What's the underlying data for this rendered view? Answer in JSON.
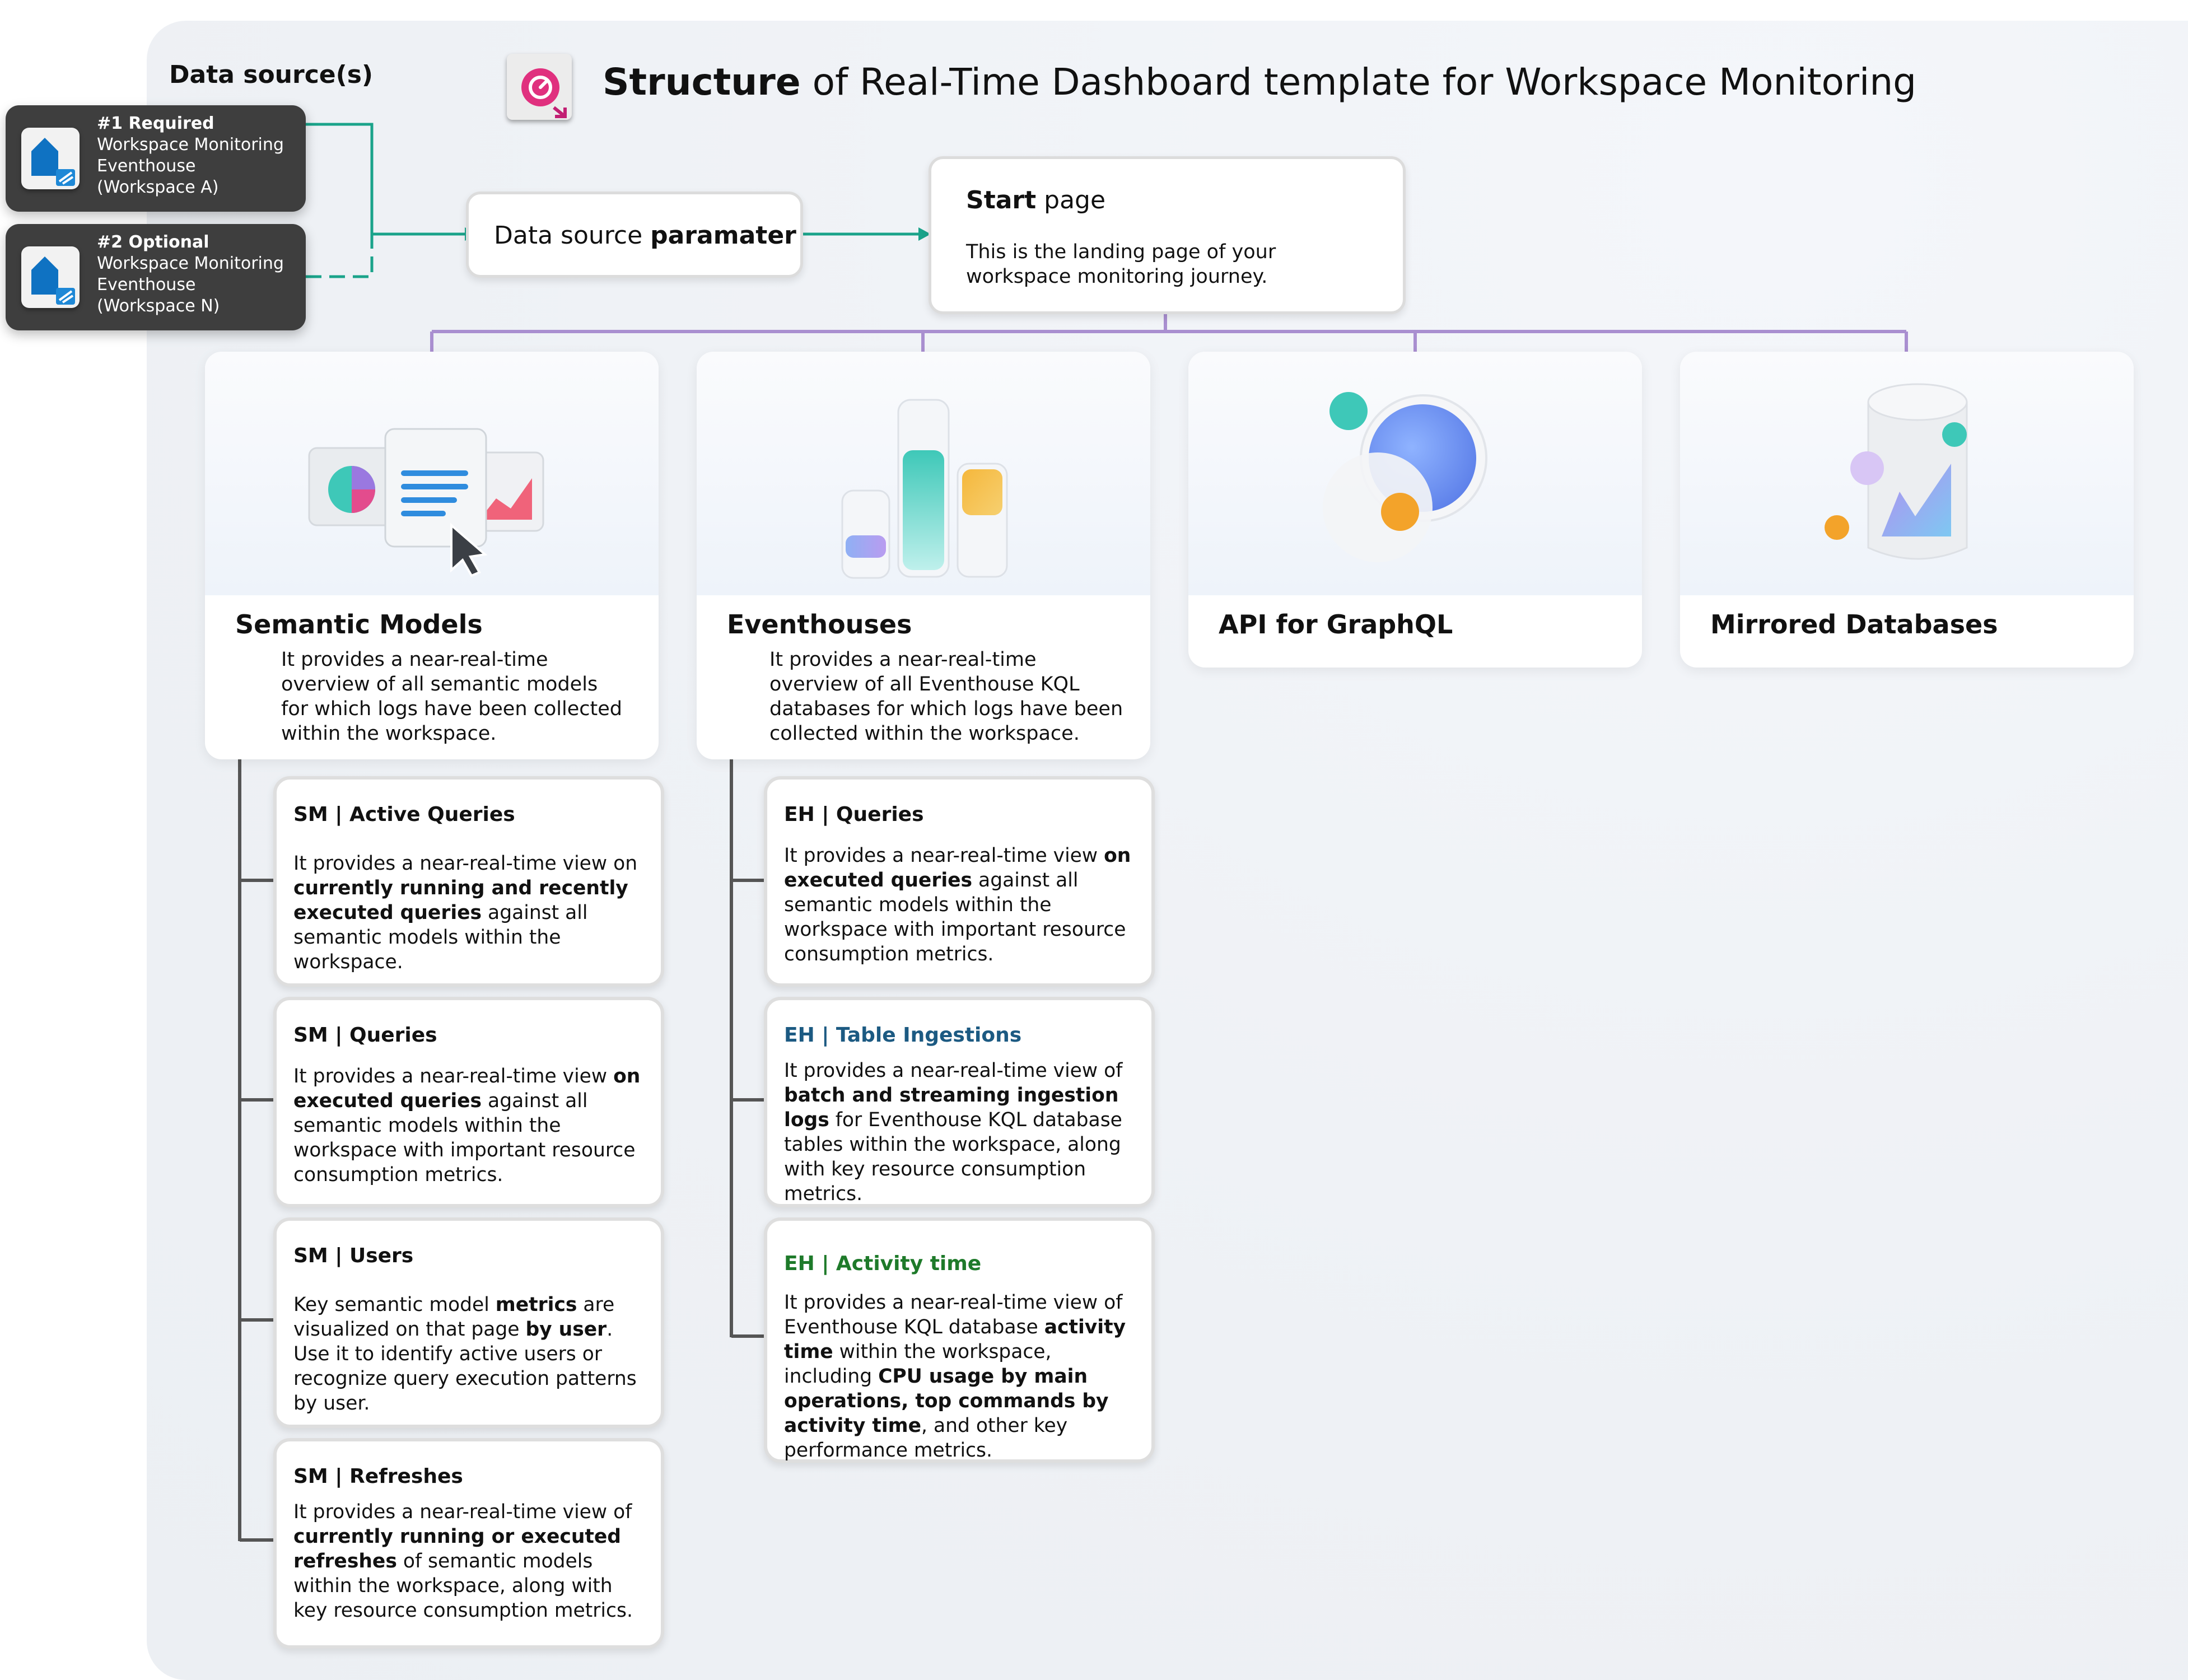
{
  "header": {
    "data_sources_label": "Data source(s)",
    "title_bold": "Structure",
    "title_rest": "of Real-Time Dashboard template for Workspace Monitoring"
  },
  "sources": [
    {
      "tag": "#1 Required",
      "line1": "Workspace Monitoring",
      "line2": "Eventhouse",
      "line3": "(Workspace A)"
    },
    {
      "tag": "#2 Optional",
      "line1": "Workspace Monitoring",
      "line2": "Eventhouse",
      "line3": "(Workspace N)"
    }
  ],
  "param_box": {
    "prefix": "Data source",
    "bold": "paramater"
  },
  "start_page": {
    "bold": "Start",
    "rest": "page",
    "desc": "This is the landing page of your workspace monitoring journey."
  },
  "categories": {
    "semantic": {
      "title": "Semantic Models",
      "desc": "It provides a near-real-time overview of all semantic models for which logs have been collected within the workspace."
    },
    "eventhouses": {
      "title": "Eventhouses",
      "desc": "It provides a near-real-time overview of all Eventhouse KQL databases for which logs have been collected within the workspace."
    },
    "graphql": {
      "title": "API for GraphQL"
    },
    "mirrored": {
      "title": "Mirrored Databases"
    }
  },
  "sm_pages": [
    {
      "title": "SM | Active Queries",
      "t1": "It provides a near-real-time view on ",
      "b1": "currently running and recently executed queries",
      "t2": " against all semantic models within the workspace."
    },
    {
      "title": "SM | Queries",
      "t1": "It provides a near-real-time view ",
      "b1": "on executed queries",
      "t2": " against all semantic models within the workspace with important resource consumption metrics."
    },
    {
      "title": "SM | Users",
      "t1": "Key semantic model ",
      "b1": "metrics",
      "t2": " are visualized on that page ",
      "b2": "by user",
      "t3": ". Use it to identify active users or recognize query execution patterns by user."
    },
    {
      "title": "SM | Refreshes",
      "t1": "It provides a near-real-time view of ",
      "b1": "currently running or executed refreshes",
      "t2": " of semantic models within the workspace, along with key resource consumption metrics."
    }
  ],
  "eh_pages": [
    {
      "title": "EH | Queries",
      "t1": "It provides a near-real-time view ",
      "b1": "on executed queries",
      "t2": " against all semantic models within the workspace with important resource consumption metrics."
    },
    {
      "title": "EH | Table Ingestions",
      "t1": "It provides a near-real-time view of ",
      "b1": "batch and streaming ingestion logs",
      "t2": " for Eventhouse KQL database tables within the workspace, along with key resource consumption metrics."
    },
    {
      "title": "EH | Activity time",
      "t1": "It provides a near-real-time view of Eventhouse KQL database ",
      "b1": "activity time",
      "t2": " within the workspace, including ",
      "b2": "CPU usage by main operations, top commands by activity time",
      "t3": ", and other key performance metrics."
    }
  ],
  "colors": {
    "connector_teal": "#1aa38a",
    "hierarchy_purple": "#a98fd0",
    "tree_line": "#555555",
    "title_table_ingestions": "#1c5a82",
    "title_activity_time": "#1e7a2a",
    "source_card": "#3e3e3e"
  }
}
